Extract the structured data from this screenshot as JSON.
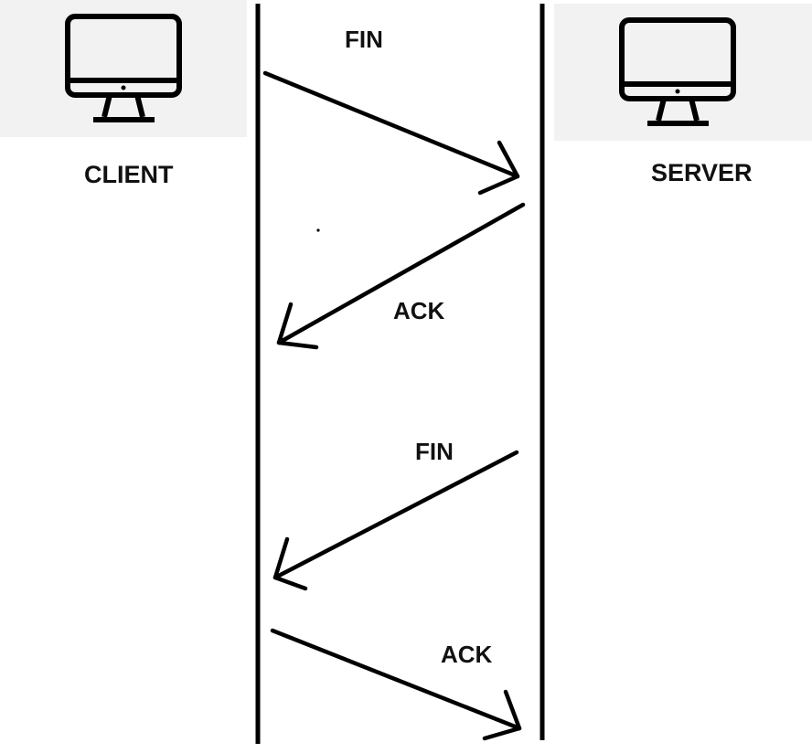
{
  "nodes": {
    "client": {
      "label": "CLIENT",
      "icon": "monitor-icon"
    },
    "server": {
      "label": "SERVER",
      "icon": "monitor-icon"
    }
  },
  "messages": [
    {
      "label": "FIN",
      "from": "client",
      "to": "server"
    },
    {
      "label": "ACK",
      "from": "server",
      "to": "client"
    },
    {
      "label": "FIN",
      "from": "server",
      "to": "client"
    },
    {
      "label": "ACK",
      "from": "client",
      "to": "server"
    }
  ],
  "colors": {
    "ink": "#000000",
    "panel": "#f2f2f2"
  }
}
